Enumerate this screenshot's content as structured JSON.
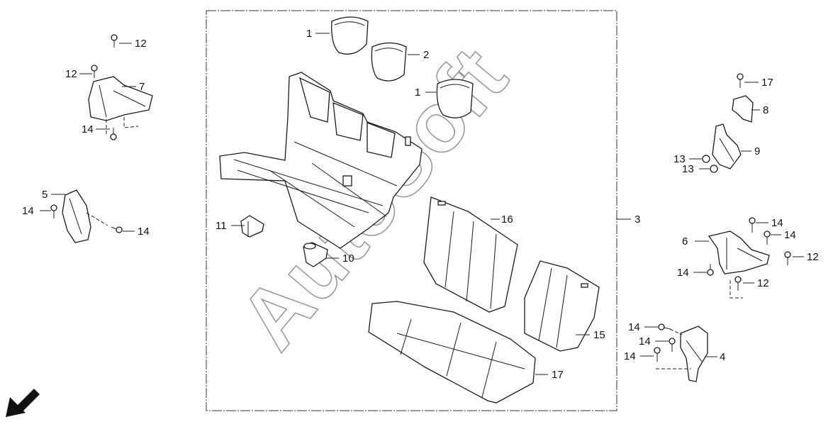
{
  "watermark": "AutoSoft",
  "frame_label": "3",
  "callouts": {
    "c1a": "1",
    "c1b": "1",
    "c2": "2",
    "c3": "3",
    "c4": "4",
    "c5": "5",
    "c6": "6",
    "c7": "7",
    "c8": "8",
    "c9": "9",
    "c10": "10",
    "c11": "11",
    "c12a": "12",
    "c12b": "12",
    "c12c": "12",
    "c12d": "12",
    "c13a": "13",
    "c13b": "13",
    "c14a": "14",
    "c14b": "14",
    "c14c": "14",
    "c14d": "14",
    "c14e": "14",
    "c14f": "14",
    "c14g": "14",
    "c14h": "14",
    "c14i": "14",
    "c15": "15",
    "c16": "16",
    "c17a": "17",
    "c17b": "17"
  },
  "icons": {
    "direction": "front-direction-arrow-icon"
  }
}
